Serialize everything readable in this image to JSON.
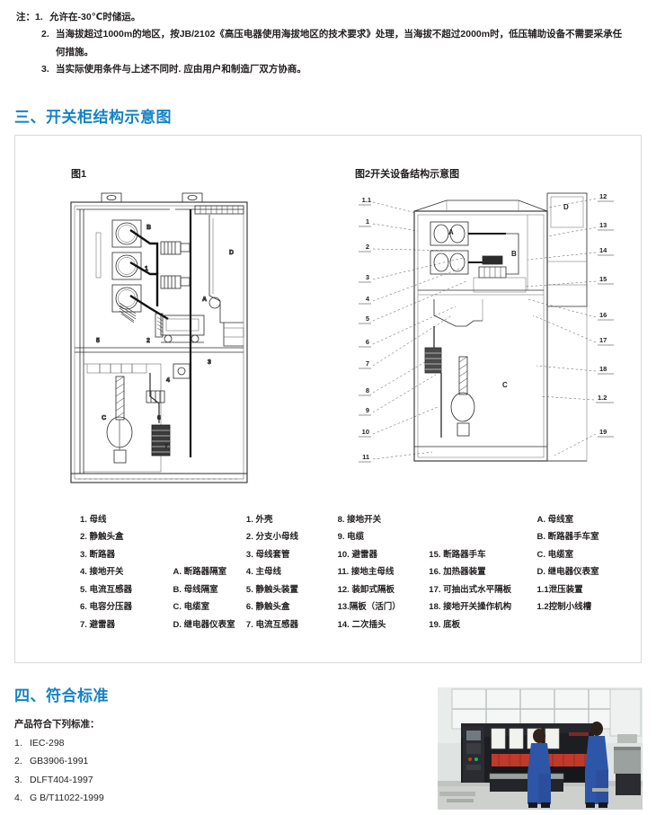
{
  "notes": {
    "label": "注：",
    "items": [
      {
        "num": "1.",
        "text": "允许在-30℃时储运。"
      },
      {
        "num": "2.",
        "text": "当海拔超过1000m的地区，按JB/2102《高压电器使用海拔地区的技术要求》处理，当海拔不超过2000m时，低压辅助设备不需要采承任"
      },
      {
        "num": "",
        "text": "何措施。"
      },
      {
        "num": "3.",
        "text": "当实际使用条件与上述不同时. 应由用户和制造厂双方协商。"
      }
    ]
  },
  "sections": {
    "three": {
      "title": "三、开关柜结构示意图"
    },
    "four": {
      "title": "四、符合标准"
    }
  },
  "figures": {
    "fig1": {
      "title": "图1"
    },
    "fig2": {
      "title": "图2开关设备结构示意图"
    },
    "fig1_callouts": [
      "B",
      "1",
      "D",
      "A",
      "5",
      "2",
      "3",
      "4",
      "C",
      "6",
      "7"
    ],
    "fig2_left_callouts": [
      "1.1",
      "1",
      "2",
      "3",
      "4",
      "5",
      "6",
      "7",
      "8",
      "9",
      "10",
      "11"
    ],
    "fig2_right_callouts": [
      "12",
      "13",
      "14",
      "15",
      "16",
      "17",
      "18",
      "1.2",
      "19"
    ],
    "fig2_inner_callouts": [
      "A",
      "B",
      "C",
      "D"
    ]
  },
  "legend": {
    "col1": [
      "1. 母线",
      "2. 静触头盒",
      "3. 断路器",
      "4. 接地开关",
      "5. 电流互感器",
      "6. 电容分压器",
      "7. 避雷器"
    ],
    "col1b": [
      "A. 断路器隔室",
      "B. 母线隔室",
      "C. 电缆室",
      "D. 继电器仪表室"
    ],
    "col2": [
      "1. 外壳",
      "2. 分支小母线",
      "3. 母线套管",
      "4. 主母线",
      "5. 静触头装置",
      "6. 静触头盒",
      "7. 电流互感器"
    ],
    "col3": [
      "8. 接地开关",
      "9. 电缆",
      "10. 避雷器",
      "11. 接地主母线",
      "12. 装卸式隔板",
      "13.隔板（活门）",
      "14. 二次插头"
    ],
    "col4": [
      "15. 断路器手车",
      "16. 加热器装置",
      "17. 可抽出式水平隔板",
      "18. 接地开关操作机构",
      "19. 底板"
    ],
    "col5": [
      "A.  母线室",
      "B.  断路器手车室",
      "C.  电缆室",
      "D.  继电器仪表室",
      "1.1泄压装置",
      "1.2控制小线槽"
    ]
  },
  "standards": {
    "lead": "产品符合下列标准：",
    "items": [
      {
        "num": "1.",
        "text": "IEC-298"
      },
      {
        "num": "2.",
        "text": "GB3906-1991"
      },
      {
        "num": "3.",
        "text": "DLFT404-1997"
      },
      {
        "num": "4.",
        "text": "G B/T11022-1999"
      }
    ]
  },
  "photo": {
    "caption": "factory-floor-shearing-machine-photo"
  },
  "colors": {
    "heading_blue": "#1683c4",
    "text_black": "#231f20",
    "panel_border": "#d8d8d8"
  }
}
